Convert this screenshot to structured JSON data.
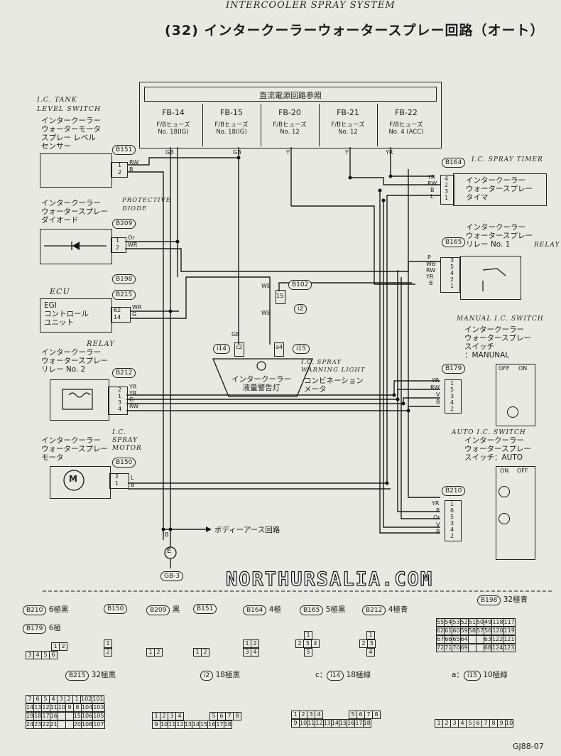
{
  "handwritten_title": "INTERCOOLER SPRAY SYSTEM",
  "title": "(32)  インタークーラーウォータースプレー回路（オート）",
  "fuse_block": {
    "header": "直流電源回路参照",
    "cells": [
      {
        "id": "FB-14",
        "line2": "F/Bヒューズ",
        "line3": "No. 18(IG)"
      },
      {
        "id": "FB-15",
        "line2": "F/Bヒューズ",
        "line3": "No. 18(IG)"
      },
      {
        "id": "FB-20",
        "line2": "F/Bヒューズ",
        "line3": "No. 12"
      },
      {
        "id": "FB-21",
        "line2": "F/Bヒューズ",
        "line3": "No. 12"
      },
      {
        "id": "FB-22",
        "line2": "F/Bヒューズ",
        "line3": "No. 4 (ACC)"
      }
    ],
    "wire_labels": [
      "GB",
      "GB",
      "Y",
      "Y",
      "YR"
    ]
  },
  "notes": {
    "ic_tank": "I.C. TANK\nLEVEL SWITCH",
    "protective": "PROTECTIVE\nDIODE",
    "ecu": "ECU",
    "relay2": "RELAY",
    "motor": "I.C.\nSPRAY\nMOTOR",
    "timer": "I.C. SPRAY TIMER",
    "relay1": "RELAY",
    "manual": "MANUAL I.C. SWITCH",
    "auto": "AUTO I.C. SWITCH",
    "warning": "I.C. SPRAY\nWARNING LIGHT"
  },
  "components": {
    "level_sensor": {
      "label": "インタークーラー\nウォーターモータ\nスプレー レベル\nセンサー",
      "conn": "B151",
      "pins": [
        "1",
        "2"
      ],
      "wires": [
        "RW",
        "B"
      ]
    },
    "diode": {
      "label": "インタークーラー\nウォータースプレー\nダイオード",
      "conn": "B209",
      "pins": [
        "1",
        "2"
      ],
      "wires": [
        "Or",
        "WR"
      ]
    },
    "ecu": {
      "label": "EGI\nコントロール\nユニット",
      "conn_a": "B198",
      "conn_b": "B215",
      "pins": [
        "62",
        "14"
      ],
      "wires": [
        "WR",
        "G"
      ]
    },
    "relay2": {
      "label": "インタークーラー\nウォータースプレー\nリレー No. 2",
      "conn": "B212",
      "pins": [
        "2",
        "1",
        "3",
        "4"
      ],
      "wires": [
        "YR",
        "YR",
        "G",
        "RW"
      ]
    },
    "motor": {
      "label": "インタークーラー\nウォータースプレー\nモータ",
      "conn": "B150",
      "pins": [
        "2",
        "1"
      ],
      "wires": [
        "L",
        "B"
      ]
    },
    "warn_light": {
      "label": "インタークーラー\n液量警告灯",
      "conn": "i14",
      "pin": "c2"
    },
    "combi_meter": {
      "label": "コンビネーション\nメータ",
      "conn": "i15",
      "pin": "a4",
      "b102": "B102",
      "pin_b102": "15",
      "i2": "i2",
      "wires": [
        "WB",
        "WB",
        "GB"
      ]
    },
    "timer": {
      "label": "インタークーラー\nウォータースプレー\nタイマ",
      "conn": "B164",
      "pins": [
        "4",
        "2",
        "3",
        "1"
      ],
      "wires": [
        "YR",
        "RW",
        "B",
        "L"
      ]
    },
    "relay1": {
      "label": "インタークーラー\nウォータースプレー\nリレー No. 1",
      "conn": "B165",
      "pins": [
        "3",
        "5",
        "4",
        "2",
        "1"
      ],
      "wires": [
        "P",
        "WB",
        "RW",
        "YR",
        "B"
      ]
    },
    "manual_switch": {
      "label": "インタークーラー\nウォータースプレー\nスイッチ\n：MANUNAL",
      "conn": "B179",
      "pins": [
        "1",
        "5",
        "3",
        "4",
        "2"
      ],
      "wires": [
        "YR",
        "RW",
        "V",
        "B"
      ],
      "states": [
        "OFF",
        "ON"
      ]
    },
    "auto_switch": {
      "label": "インタークーラー\nウォータースプレー\nスイッチ：AUTO",
      "conn": "B210",
      "pins": [
        "1",
        "6",
        "5",
        "3",
        "4",
        "2"
      ],
      "wires": [
        "YR",
        "P",
        "Or",
        "V",
        "B"
      ],
      "states": [
        "ON",
        "OFF"
      ]
    },
    "ground": {
      "label": "ボディーアース回路",
      "id": "GB-3",
      "sym": "E",
      "wire": "B"
    }
  },
  "watermark": "NORTHURSALIA.COM",
  "legend": {
    "row1": [
      {
        "conn": "B210",
        "text": "6極黒"
      },
      {
        "conn": "B150",
        "text": ""
      },
      {
        "conn": "B209",
        "text": "黒"
      },
      {
        "conn": "B151",
        "text": ""
      },
      {
        "conn": "B164",
        "text": "4極"
      },
      {
        "conn": "B165",
        "text": "5極黒"
      },
      {
        "conn": "B212",
        "text": "4極青"
      },
      {
        "conn": "B198",
        "text": "32極青"
      }
    ],
    "b179": {
      "conn": "B179",
      "text": "6極"
    },
    "b215": {
      "conn": "B215",
      "text": "32極黒"
    },
    "i2": {
      "conn": "i2",
      "text": "18極黒"
    },
    "i14": {
      "prefix": "c：",
      "conn": "i14",
      "text": "18極緑"
    },
    "i15": {
      "prefix": "a：",
      "conn": "i15",
      "text": "10極緑"
    },
    "pins_6": [
      "1",
      "2",
      "3",
      "4",
      "5",
      "6"
    ],
    "pins_b198": [
      [
        "55",
        "54",
        "53",
        "52",
        "51",
        "50",
        "49",
        "118",
        "117"
      ],
      [
        "62",
        "61",
        "60",
        "59",
        "58",
        "57",
        "56",
        "120",
        "119"
      ],
      [
        "67",
        "66",
        "65",
        "64",
        "",
        "",
        "63",
        "122",
        "121"
      ],
      [
        "72",
        "71",
        "70",
        "69",
        "",
        "",
        "68",
        "124",
        "123"
      ]
    ],
    "pins_b215": [
      [
        "7",
        "6",
        "5",
        "4",
        "3",
        "2",
        "1",
        "102",
        "101"
      ],
      [
        "14",
        "13",
        "12",
        "11",
        "10",
        "9",
        "8",
        "104",
        "103"
      ],
      [
        "19",
        "18",
        "17",
        "16",
        "",
        "",
        "15",
        "106",
        "105"
      ],
      [
        "24",
        "23",
        "22",
        "21",
        "",
        "",
        "20",
        "108",
        "107"
      ]
    ],
    "pins_i2_a": [
      "1",
      "2",
      "3",
      "4",
      "",
      "",
      "5",
      "6",
      "7",
      "8"
    ],
    "pins_i2_b": [
      "9",
      "10",
      "11",
      "12",
      "13",
      "14",
      "15",
      "16",
      "17",
      "18"
    ],
    "pins_i15": [
      "1",
      "2",
      "3",
      "4",
      "5",
      "6",
      "7",
      "8",
      "9",
      "10"
    ]
  },
  "page_code": "GJ88-07"
}
